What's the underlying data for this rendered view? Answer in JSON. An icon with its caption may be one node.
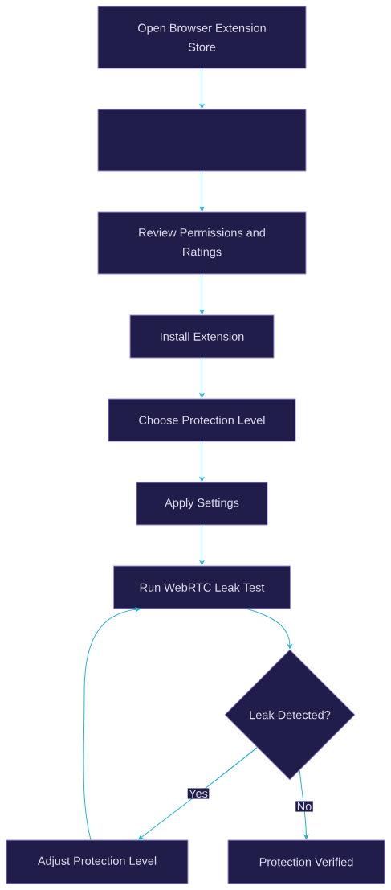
{
  "diagram": {
    "nodes": [
      {
        "text": [
          "Open Browser Extension Store"
        ]
      },
      {
        "text": [],
        "shape": "box"
      },
      {
        "text": [
          "Review Permissions and Ratings"
        ]
      },
      {
        "text": [
          "Install Extension"
        ]
      },
      {
        "text": [
          "Choose Protection Level"
        ]
      },
      {
        "text": [
          "Apply Settings"
        ]
      },
      {
        "text": [
          "Run WebRTC Leak Test"
        ]
      },
      {
        "text": [
          "Leak Detected?"
        ]
      },
      {
        "text": [
          "Adjust Protection Level"
        ]
      },
      {
        "text": [
          "Protection Verified"
        ]
      }
    ],
    "edges": [
      {
        "from": 0,
        "to": 1,
        "arrow": "to"
      },
      {
        "from": 1,
        "to": 2,
        "arrow": "to"
      },
      {
        "from": 2,
        "to": 3,
        "arrow": "to"
      },
      {
        "from": 3,
        "to": 4,
        "arrow": "to"
      },
      {
        "from": 4,
        "to": 5,
        "arrow": "to"
      },
      {
        "from": 5,
        "to": 6,
        "arrow": "to"
      },
      {
        "from": 6,
        "to": 7,
        "arrow": "to"
      },
      {
        "from": 7,
        "to": 8,
        "label": "Yes",
        "arrow": "to"
      },
      {
        "from": 7,
        "to": 9,
        "label": "No",
        "arrow": "to"
      },
      {
        "from": 8,
        "to": 6,
        "arrow": "to"
      }
    ]
  }
}
